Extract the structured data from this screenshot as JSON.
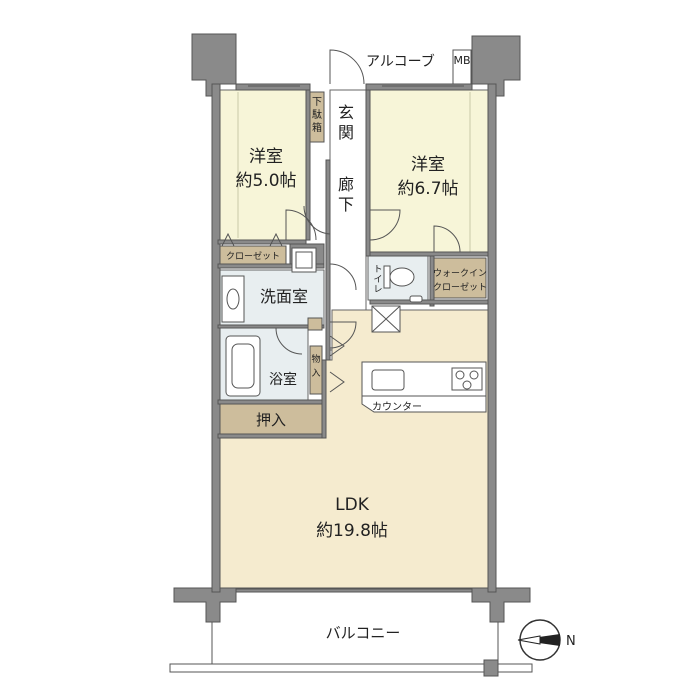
{
  "rooms": {
    "western1_name": "洋室",
    "western1_size": "約5.0帖",
    "western2_name": "洋室",
    "western2_size": "約6.7帖",
    "ldk_name": "LDK",
    "ldk_size": "約19.8帖",
    "washroom": "洗面室",
    "bath": "浴室",
    "oshiire": "押入",
    "entrance": "玄関",
    "corridor": "廊下",
    "closet": "クローゼット",
    "walkin_line1": "ウォークイン",
    "walkin_line2": "クローゼット",
    "toilet": "トイレ",
    "shoebox": "下駄箱",
    "storage": "物入",
    "counter": "カウンター"
  },
  "exterior": {
    "alcove": "アルコーブ",
    "mb": "MB",
    "balcony": "バルコニー",
    "compass_letter": "N"
  },
  "colors": {
    "room_yellow": "#f7f5d8",
    "ldk": "#f5ebcf",
    "wet_area": "#e8eef0",
    "storage_tan": "#cdbd9c",
    "wall_gray": "#8a8a8a"
  }
}
